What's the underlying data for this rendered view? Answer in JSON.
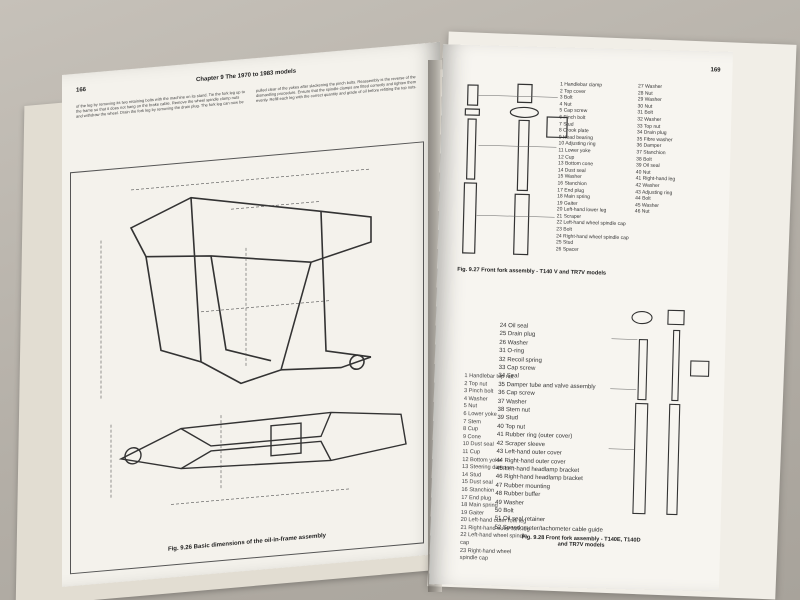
{
  "left_page": {
    "page_number": "166",
    "chapter_title": "Chapter 9 The 1970 to 1983 models",
    "body_text": "of the leg by removing its two retaining bolts with the machine on its stand. Tie the fork leg up to the frame so that it does not hang on the brake cable. Remove the wheel spindle clamp nuts and withdraw the wheel. Drain the fork leg by removing the drain plug. The fork leg can now be pulled clear of the yokes after slackening the pinch bolts. Reassembly is the reverse of the dismantling procedure. Ensure that the spindle clamps are fitted correctly and tighten them evenly. Refill each leg with the correct quantity and grade of oil before refitting the top nuts.",
    "figure_caption": "Fig. 9.26 Basic dimensions of the oil-in-frame assembly"
  },
  "right_page": {
    "page_number": "169",
    "parts_list_col1": [
      "1 Handlebar clamp",
      "2 Top cover",
      "3 Bolt",
      "4 Nut",
      "5 Cap screw",
      "6 Pinch bolt",
      "7 Stud",
      "8 Crook plate",
      "9 Head bearing",
      "10 Adjusting ring",
      "11 Lower yoke",
      "12 Cup",
      "13 Bottom cone",
      "14 Dust seal",
      "15 Washer",
      "16 Stanchion",
      "17 End plug",
      "18 Main spring",
      "19 Gaiter",
      "20 Left-hand lower leg",
      "21 Scraper",
      "22 Left-hand wheel spindle cap",
      "23 Bolt",
      "24 Right-hand wheel spindle cap",
      "25 Stud",
      "26 Spacer"
    ],
    "parts_list_col2": [
      "27 Washer",
      "28 Nut",
      "29 Washer",
      "30 Nut",
      "31 Bolt",
      "32 Washer",
      "33 Top nut",
      "34 Drain plug",
      "35 Fibre washer",
      "36 Damper",
      "37 Stanchion",
      "38 Bolt",
      "39 Oil seal",
      "40 Nut",
      "41 Right-hand leg",
      "42 Washer",
      "43 Adjusting ring",
      "44 Bolt",
      "45 Washer",
      "46 Nut"
    ],
    "fig27_caption": "Fig. 9.27 Front fork assembly - T140 V and TR7V models",
    "fig28_list_left": [
      "1 Handlebar top nut",
      "2 Top nut",
      "3 Pinch bolt",
      "4 Washer",
      "5 Nut",
      "6 Lower yoke",
      "7 Stem",
      "8 Cup",
      "9 Cone",
      "10 Dust seal",
      "11 Cup",
      "12 Bottom yoke",
      "13 Steering damper",
      "14 Stud",
      "15 Dust seal",
      "16 Stanchion",
      "17 End plug",
      "18 Main spring",
      "19 Gaiter",
      "20 Left-hand outer fork leg",
      "21 Right-hand outer fork leg",
      "22 Left-hand wheel spindle cap",
      "23 Right-hand wheel spindle cap"
    ],
    "fig28_list_right": [
      "24 Oil seal",
      "25 Drain plug",
      "26 Washer",
      "31 O-ring",
      "32 Recoil spring",
      "33 Cap screw",
      "34 Seal",
      "35 Damper tube and valve assembly",
      "36 Cap screw",
      "37 Washer",
      "38 Stem nut",
      "39 Stud",
      "40 Top nut",
      "41 Rubber ring (outer cover)",
      "42 Scraper sleeve",
      "43 Left-hand outer cover",
      "44 Right-hand outer cover",
      "45 Left-hand headlamp bracket",
      "46 Right-hand headlamp bracket",
      "47 Rubber mounting",
      "48 Rubber buffer",
      "49 Washer",
      "50 Bolt",
      "51 Oil seal retainer",
      "52 Speedometer/tachometer cable guide"
    ],
    "fig28_caption": "Fig. 9.28 Front fork assembly - T140E, T140D and TR7V models"
  },
  "colors": {
    "paper": "#f4f2ec",
    "ink": "#222222",
    "background": "#b8b3ab"
  }
}
